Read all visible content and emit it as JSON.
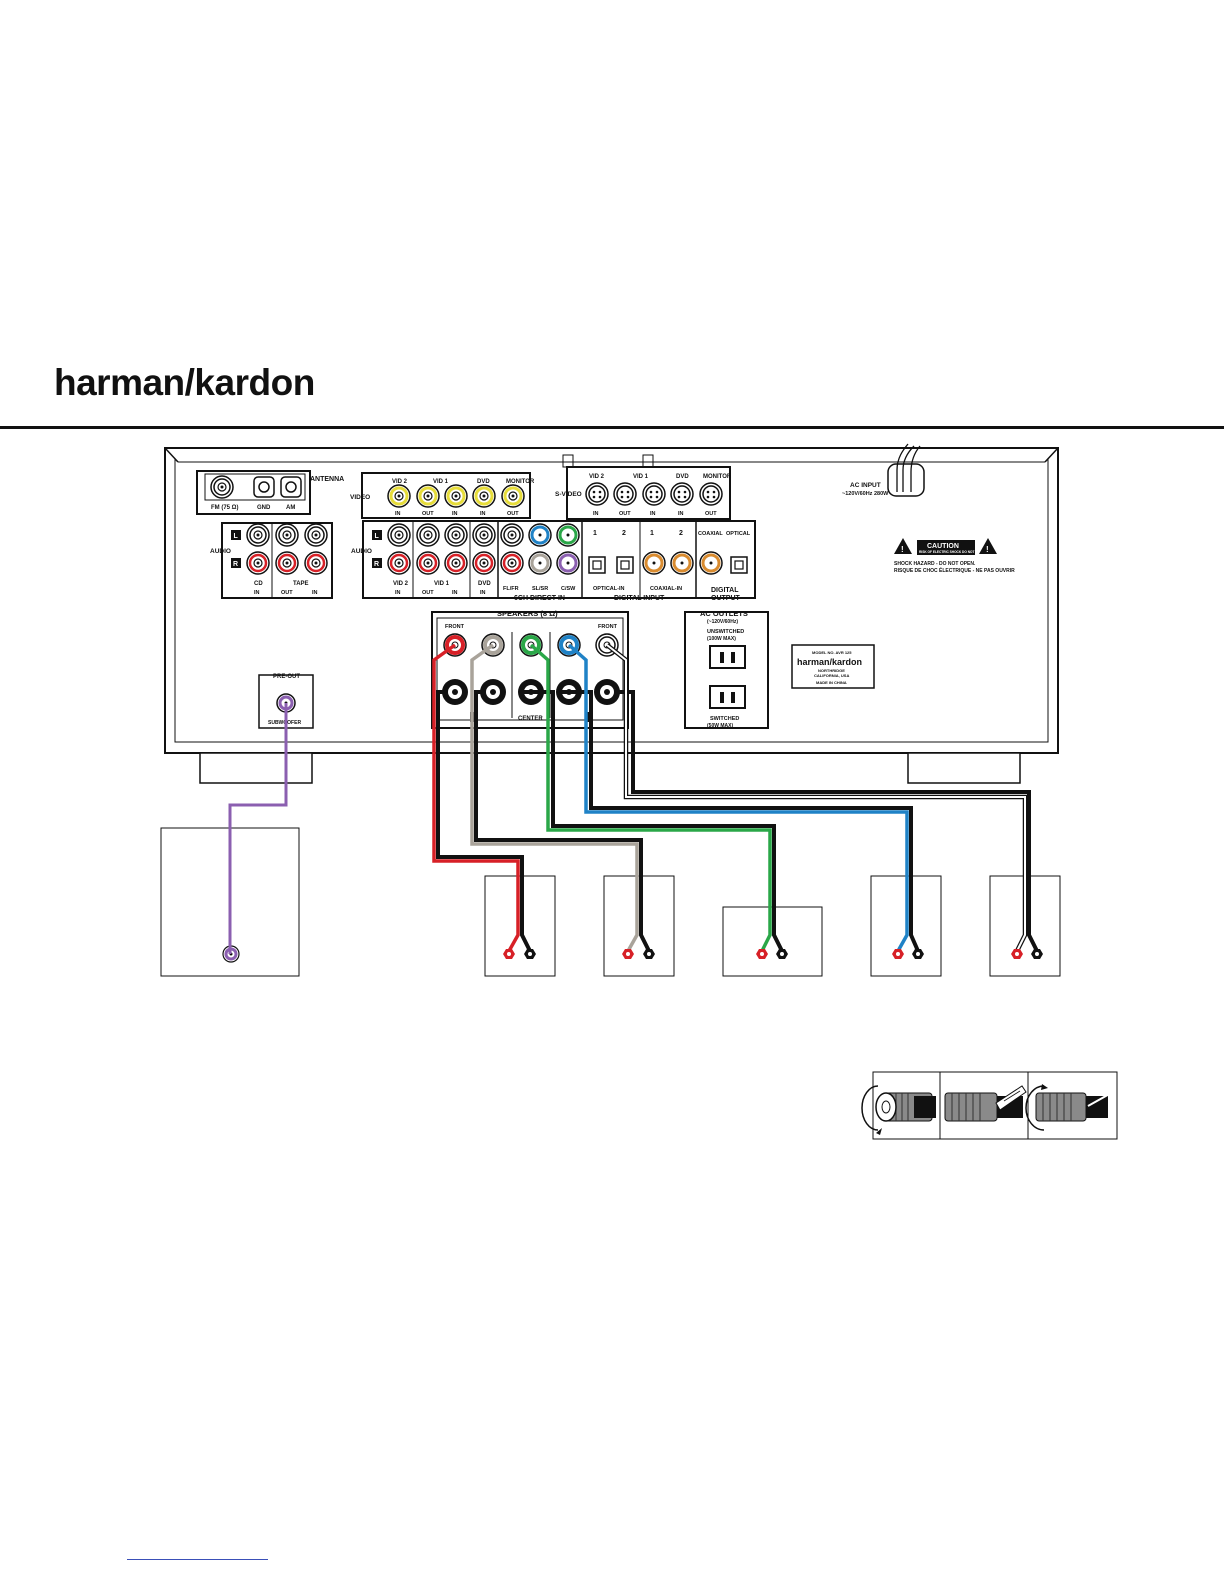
{
  "brand": {
    "logo_text": "harman/kardon"
  },
  "panel": {
    "antenna": {
      "title": "ANTENNA",
      "labels": [
        "FM (75 Ω)",
        "GND",
        "AM"
      ]
    },
    "video": {
      "row_label": "VIDEO",
      "headers": [
        "VID 2",
        "VID 1",
        "DVD",
        "MONITOR"
      ],
      "io": [
        "IN",
        "OUT",
        "IN",
        "IN",
        "OUT"
      ]
    },
    "svideo": {
      "row_label": "S-VIDEO",
      "headers": [
        "VID 2",
        "VID 1",
        "DVD",
        "MONITOR"
      ],
      "io": [
        "IN",
        "OUT",
        "IN",
        "IN",
        "OUT"
      ]
    },
    "ac_input": {
      "title": "AC INPUT",
      "spec": "~120V/60Hz 280W"
    },
    "audio_left": {
      "row_label": "AUDIO",
      "l": "L",
      "r": "R",
      "names": [
        "CD",
        "TAPE"
      ],
      "io": [
        "IN",
        "OUT",
        "IN"
      ]
    },
    "audio_main": {
      "row_label": "AUDIO",
      "l": "L",
      "r": "R",
      "names": [
        "VID 2",
        "VID 1",
        "DVD"
      ],
      "io": [
        "IN",
        "OUT",
        "IN",
        "IN"
      ]
    },
    "direct_in": {
      "title": "6CH DIRECT IN",
      "labels": [
        "FL/FR",
        "SL/SR",
        "C/SW"
      ]
    },
    "digital": {
      "title": "DIGITAL INPUT",
      "nums": [
        "1",
        "2",
        "1",
        "2"
      ],
      "optical_in": "OPTICAL-IN",
      "coaxial_in": "COAXIAL-IN",
      "coaxial": "COAXIAL",
      "optical": "OPTICAL",
      "output_1": "DIGITAL",
      "output_2": "OUTPUT"
    },
    "caution": {
      "title": "CAUTION",
      "sub": "RISK OF ELECTRIC SHOCK DO NOT OPEN",
      "line1": "SHOCK HAZARD - DO NOT OPEN.",
      "line2": "RISQUE DE CHOC ÉLECTRIQUE - NE PAS OUVRIR"
    },
    "speakers": {
      "title": "SPEAKERS (8 Ω)",
      "front_left": "FRONT",
      "front_right": "FRONT",
      "center": "CENTER"
    },
    "ac_outlets": {
      "title": "AC OUTLETS",
      "spec": "(~120V/60Hz)",
      "unswitched": "UNSWITCHED",
      "unswitched_spec": "(100W MAX)",
      "switched": "SWITCHED",
      "switched_spec": "(50W MAX)"
    },
    "model_plate": {
      "model": "MODEL NO. AVR 125",
      "brand": "harman/kardon",
      "city": "NORTHRIDGE",
      "state": "CALIFORNIA, USA",
      "made": "MADE IN CHINA"
    },
    "preout": {
      "title": "PRE-OUT",
      "label": "SUBWOOFER"
    }
  },
  "colors": {
    "subwoofer": "#8b5fb0",
    "front_left": "#d72027",
    "surround_left": "#a9a39a",
    "center": "#2aa748",
    "surround_right": "#1f82c6",
    "front_right": "#ffffff",
    "negative": "#111111",
    "video_yellow": "#e6dc3a",
    "coax_orange": "#d98b2f"
  },
  "icons": [
    "warning-triangle-icon",
    "terminal-loosen-icon",
    "terminal-insert-wire-icon",
    "terminal-tighten-icon"
  ]
}
